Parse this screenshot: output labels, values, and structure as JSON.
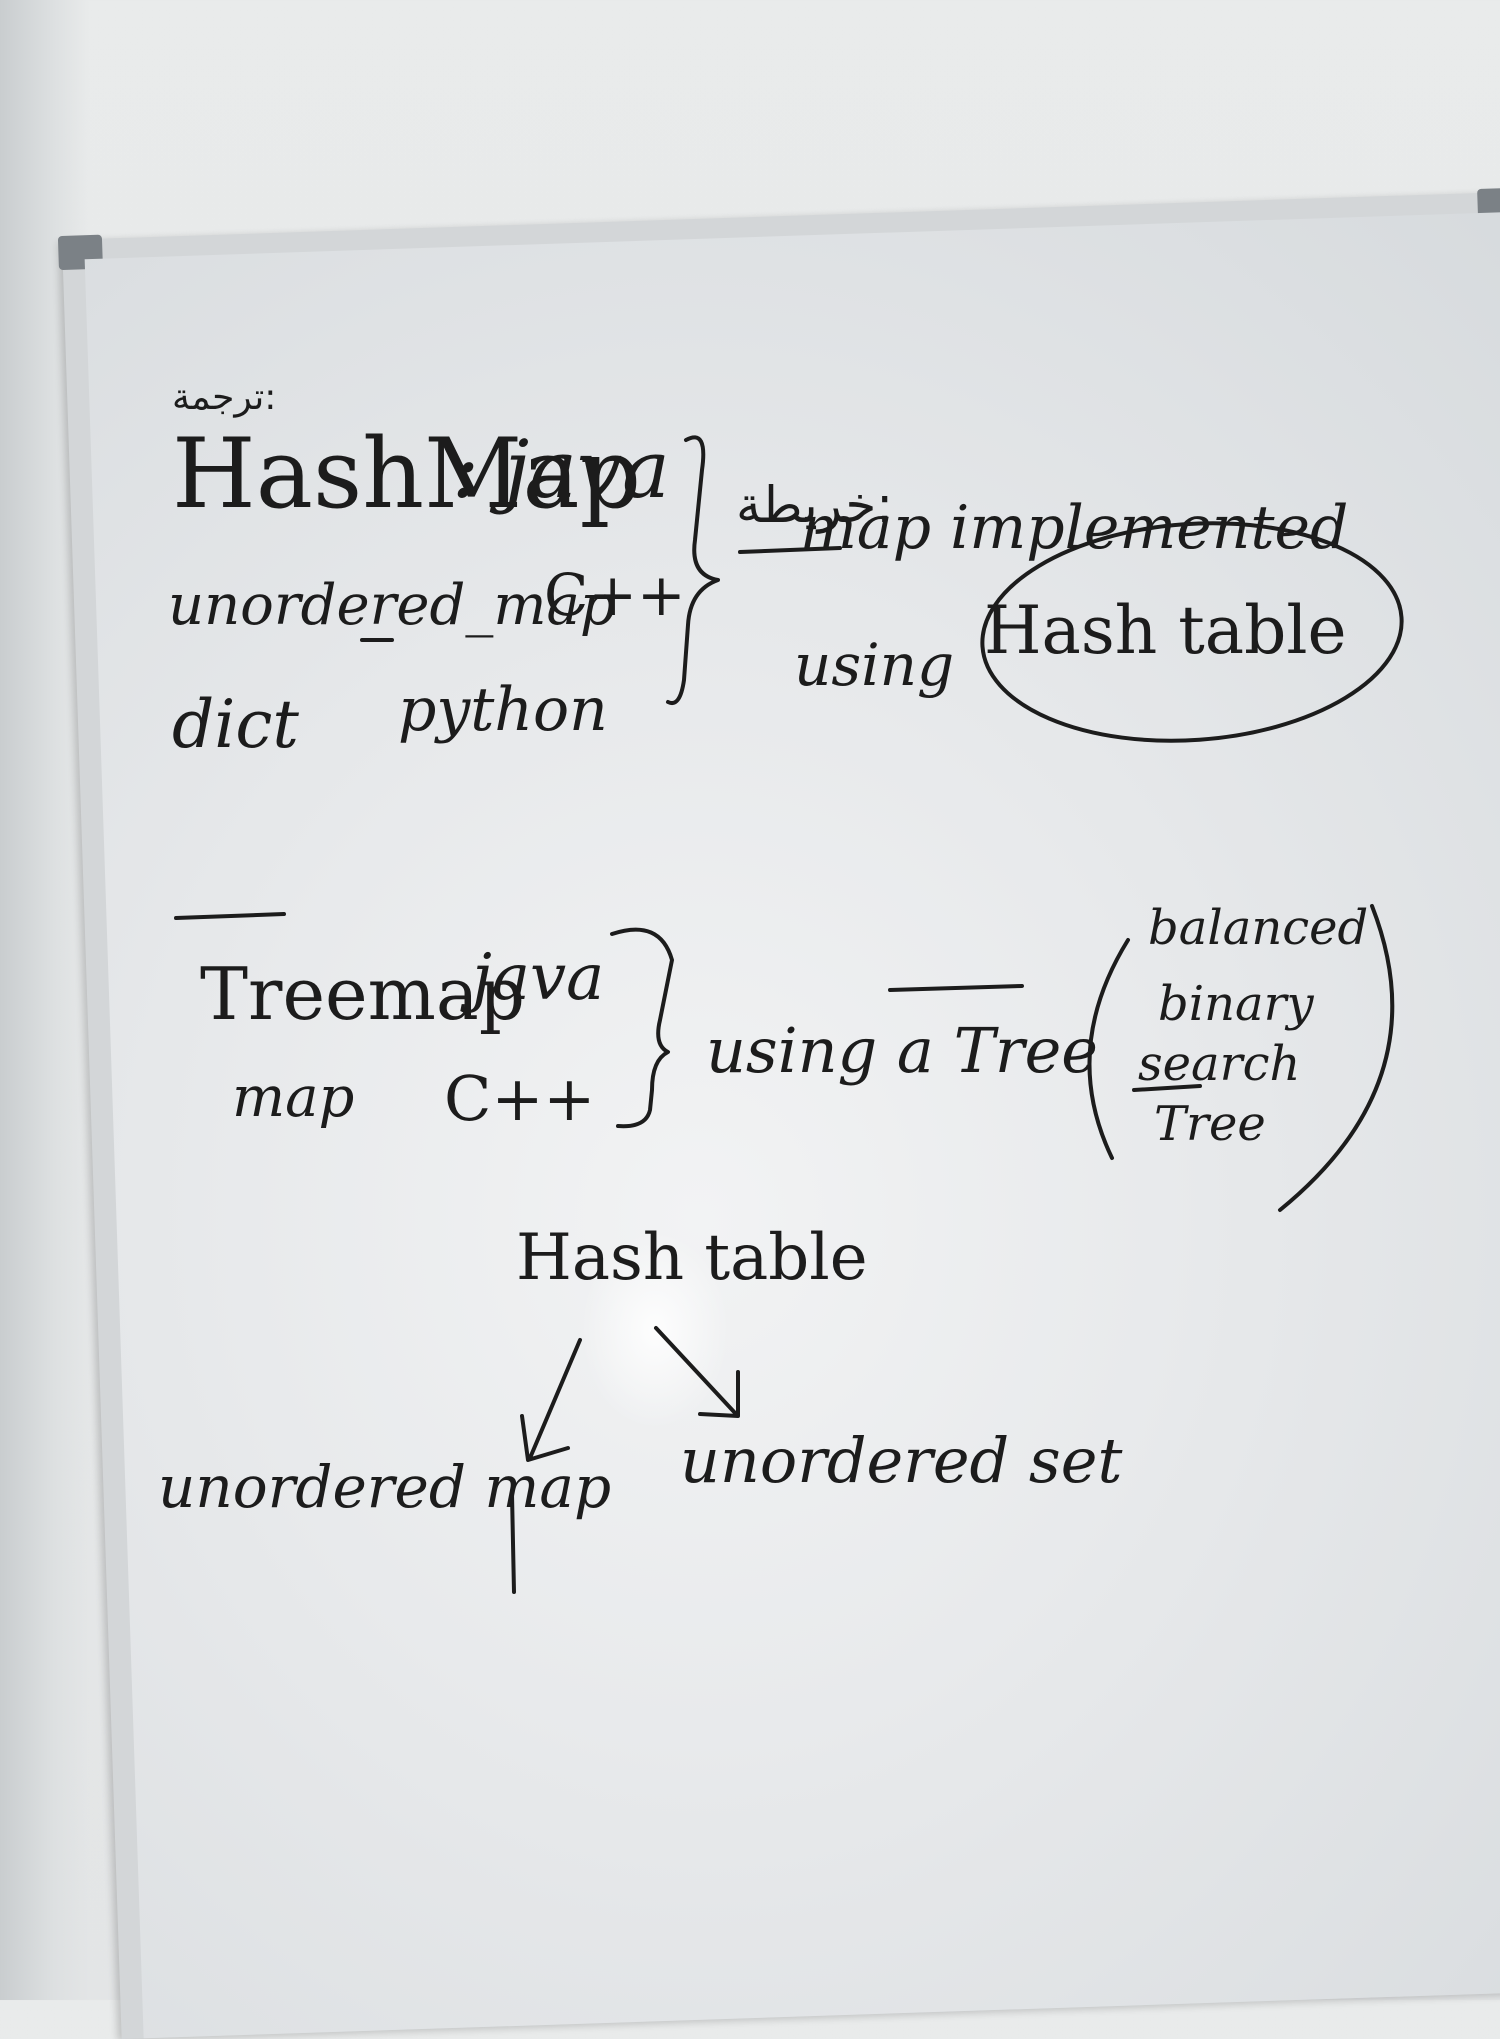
{
  "board": {
    "arabic_label_top": "ترجمة:",
    "row1": {
      "hashmap": "HashMap",
      "java": ": java",
      "unordered_map": "unordered_map",
      "cpp": "C++",
      "dict": "dict",
      "python": "python",
      "arabic_note": "خريطة:",
      "note_line1": "map implemented",
      "note_line2": "using",
      "hash_table_circled": "Hash table"
    },
    "row2": {
      "treemap": "Treemap",
      "java": "java",
      "map": "map",
      "cpp": "C++",
      "using_tree": "using a Tree",
      "bst_line1": "balanced",
      "bst_line2": "binary",
      "bst_line3": "search",
      "bst_line4": "Tree"
    },
    "row3": {
      "hash_table": "Hash table",
      "left_child": "unordered map",
      "right_child": "unordered set"
    }
  },
  "colors": {
    "marker": "#1c1c1c",
    "board": "#e6e8ea",
    "frame": "#d3d6d8"
  }
}
